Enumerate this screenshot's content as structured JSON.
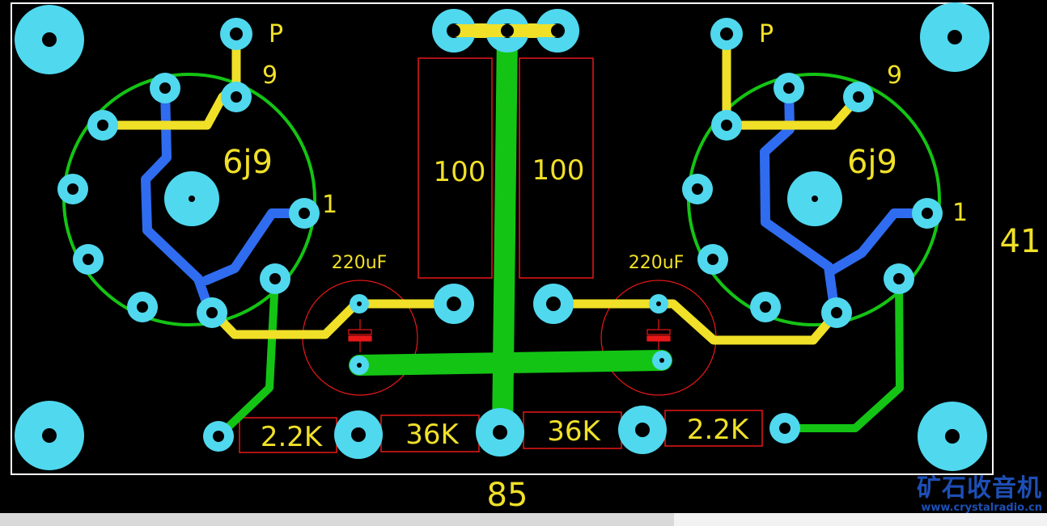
{
  "board": {
    "width_label": "85",
    "height_label": "41"
  },
  "tubes": [
    {
      "type_label": "6j9",
      "pin_label_p": "P",
      "pin_label_9": "9",
      "pin_label_1": "1"
    },
    {
      "type_label": "6j9",
      "pin_label_p": "P",
      "pin_label_9": "9",
      "pin_label_1": "1"
    }
  ],
  "resistors": {
    "top_left": "100",
    "top_right": "100",
    "bottom": [
      "2.2K",
      "36K",
      "36K",
      "2.2K"
    ]
  },
  "capacitors": [
    "220uF",
    "220uF"
  ],
  "watermark": {
    "title": "矿石收音机",
    "url": "www.crystalradio.cn"
  },
  "colors": {
    "background": "#000000",
    "pad": "#50d8ee",
    "trace_top": "#f0e028",
    "trace_ground": "#14c414",
    "trace_bottom": "#2f6cf0",
    "silk_outline": "#e81818",
    "silk_text": "#f0e028",
    "board_edge": "#ffffff"
  }
}
